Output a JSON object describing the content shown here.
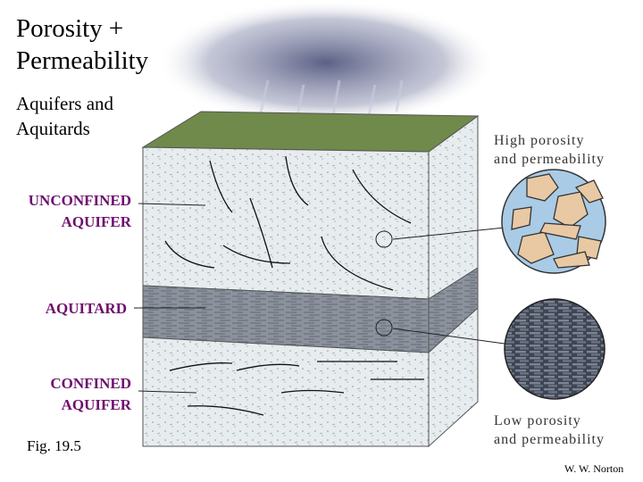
{
  "title": {
    "line1": "Porosity +",
    "line2": "Permeability"
  },
  "subtitle": {
    "line1": "Aquifers and",
    "line2": "Aquitards"
  },
  "labels": {
    "unconfined": {
      "line1": "UNCONFINED",
      "line2": "AQUIFER"
    },
    "aquitard": "AQUITARD",
    "confined": {
      "line1": "CONFINED",
      "line2": "AQUIFER"
    }
  },
  "insets": {
    "high": {
      "line1": "High porosity",
      "line2": "and permeability"
    },
    "low": {
      "line1": "Low porosity",
      "line2": "and permeability"
    }
  },
  "figure_number": "Fig. 19.5",
  "credit": "W. W. Norton",
  "colors": {
    "label": "#6e0f6e",
    "water": "#a9cbe6",
    "grain": "#e8c9a4",
    "clay": "#5d6473"
  }
}
